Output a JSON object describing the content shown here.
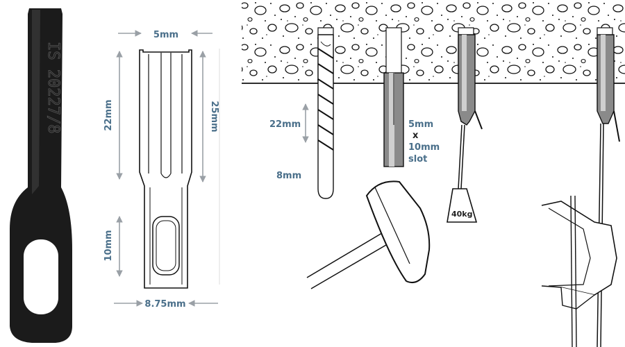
{
  "product_photo": {
    "engraving": "IS 20227/8"
  },
  "technical_drawing": {
    "top_width": "5mm",
    "left_height": "22mm",
    "right_height": "25mm",
    "slot_length": "10mm",
    "bottom_width": "8.75mm"
  },
  "installation_steps": {
    "drill_depth": "22mm",
    "drill_diameter": "8mm",
    "slot_line1": "5mm",
    "slot_line2": "x",
    "slot_line3": "10mm",
    "slot_line4": "slot",
    "load_weight": "40kg"
  },
  "colors": {
    "dimension_label": "#4a6f8a",
    "dark_label": "#222222",
    "ceiling_hatch": "#111111"
  }
}
